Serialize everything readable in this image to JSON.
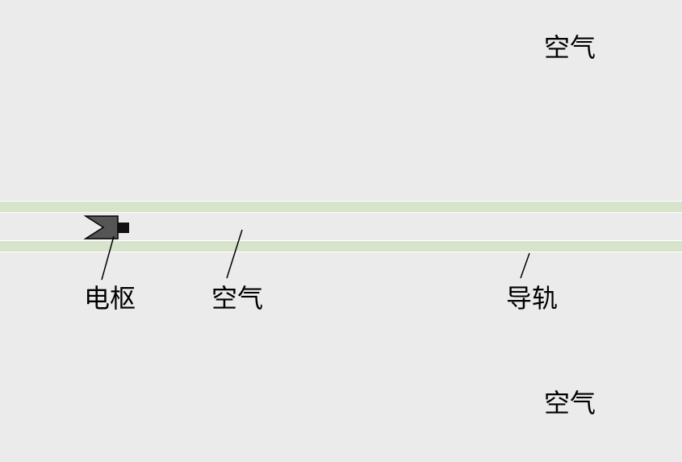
{
  "labels": {
    "air_top_right": "空气",
    "armature": "电枢",
    "air_between_rails": "空气",
    "rail": "导轨",
    "air_bottom_right": "空气"
  },
  "colors": {
    "background": "#ebebeb",
    "rail_fill": "#d7e4cb",
    "armature_body": "#555555",
    "armature_tip": "#111111",
    "leader_line": "#000000"
  }
}
